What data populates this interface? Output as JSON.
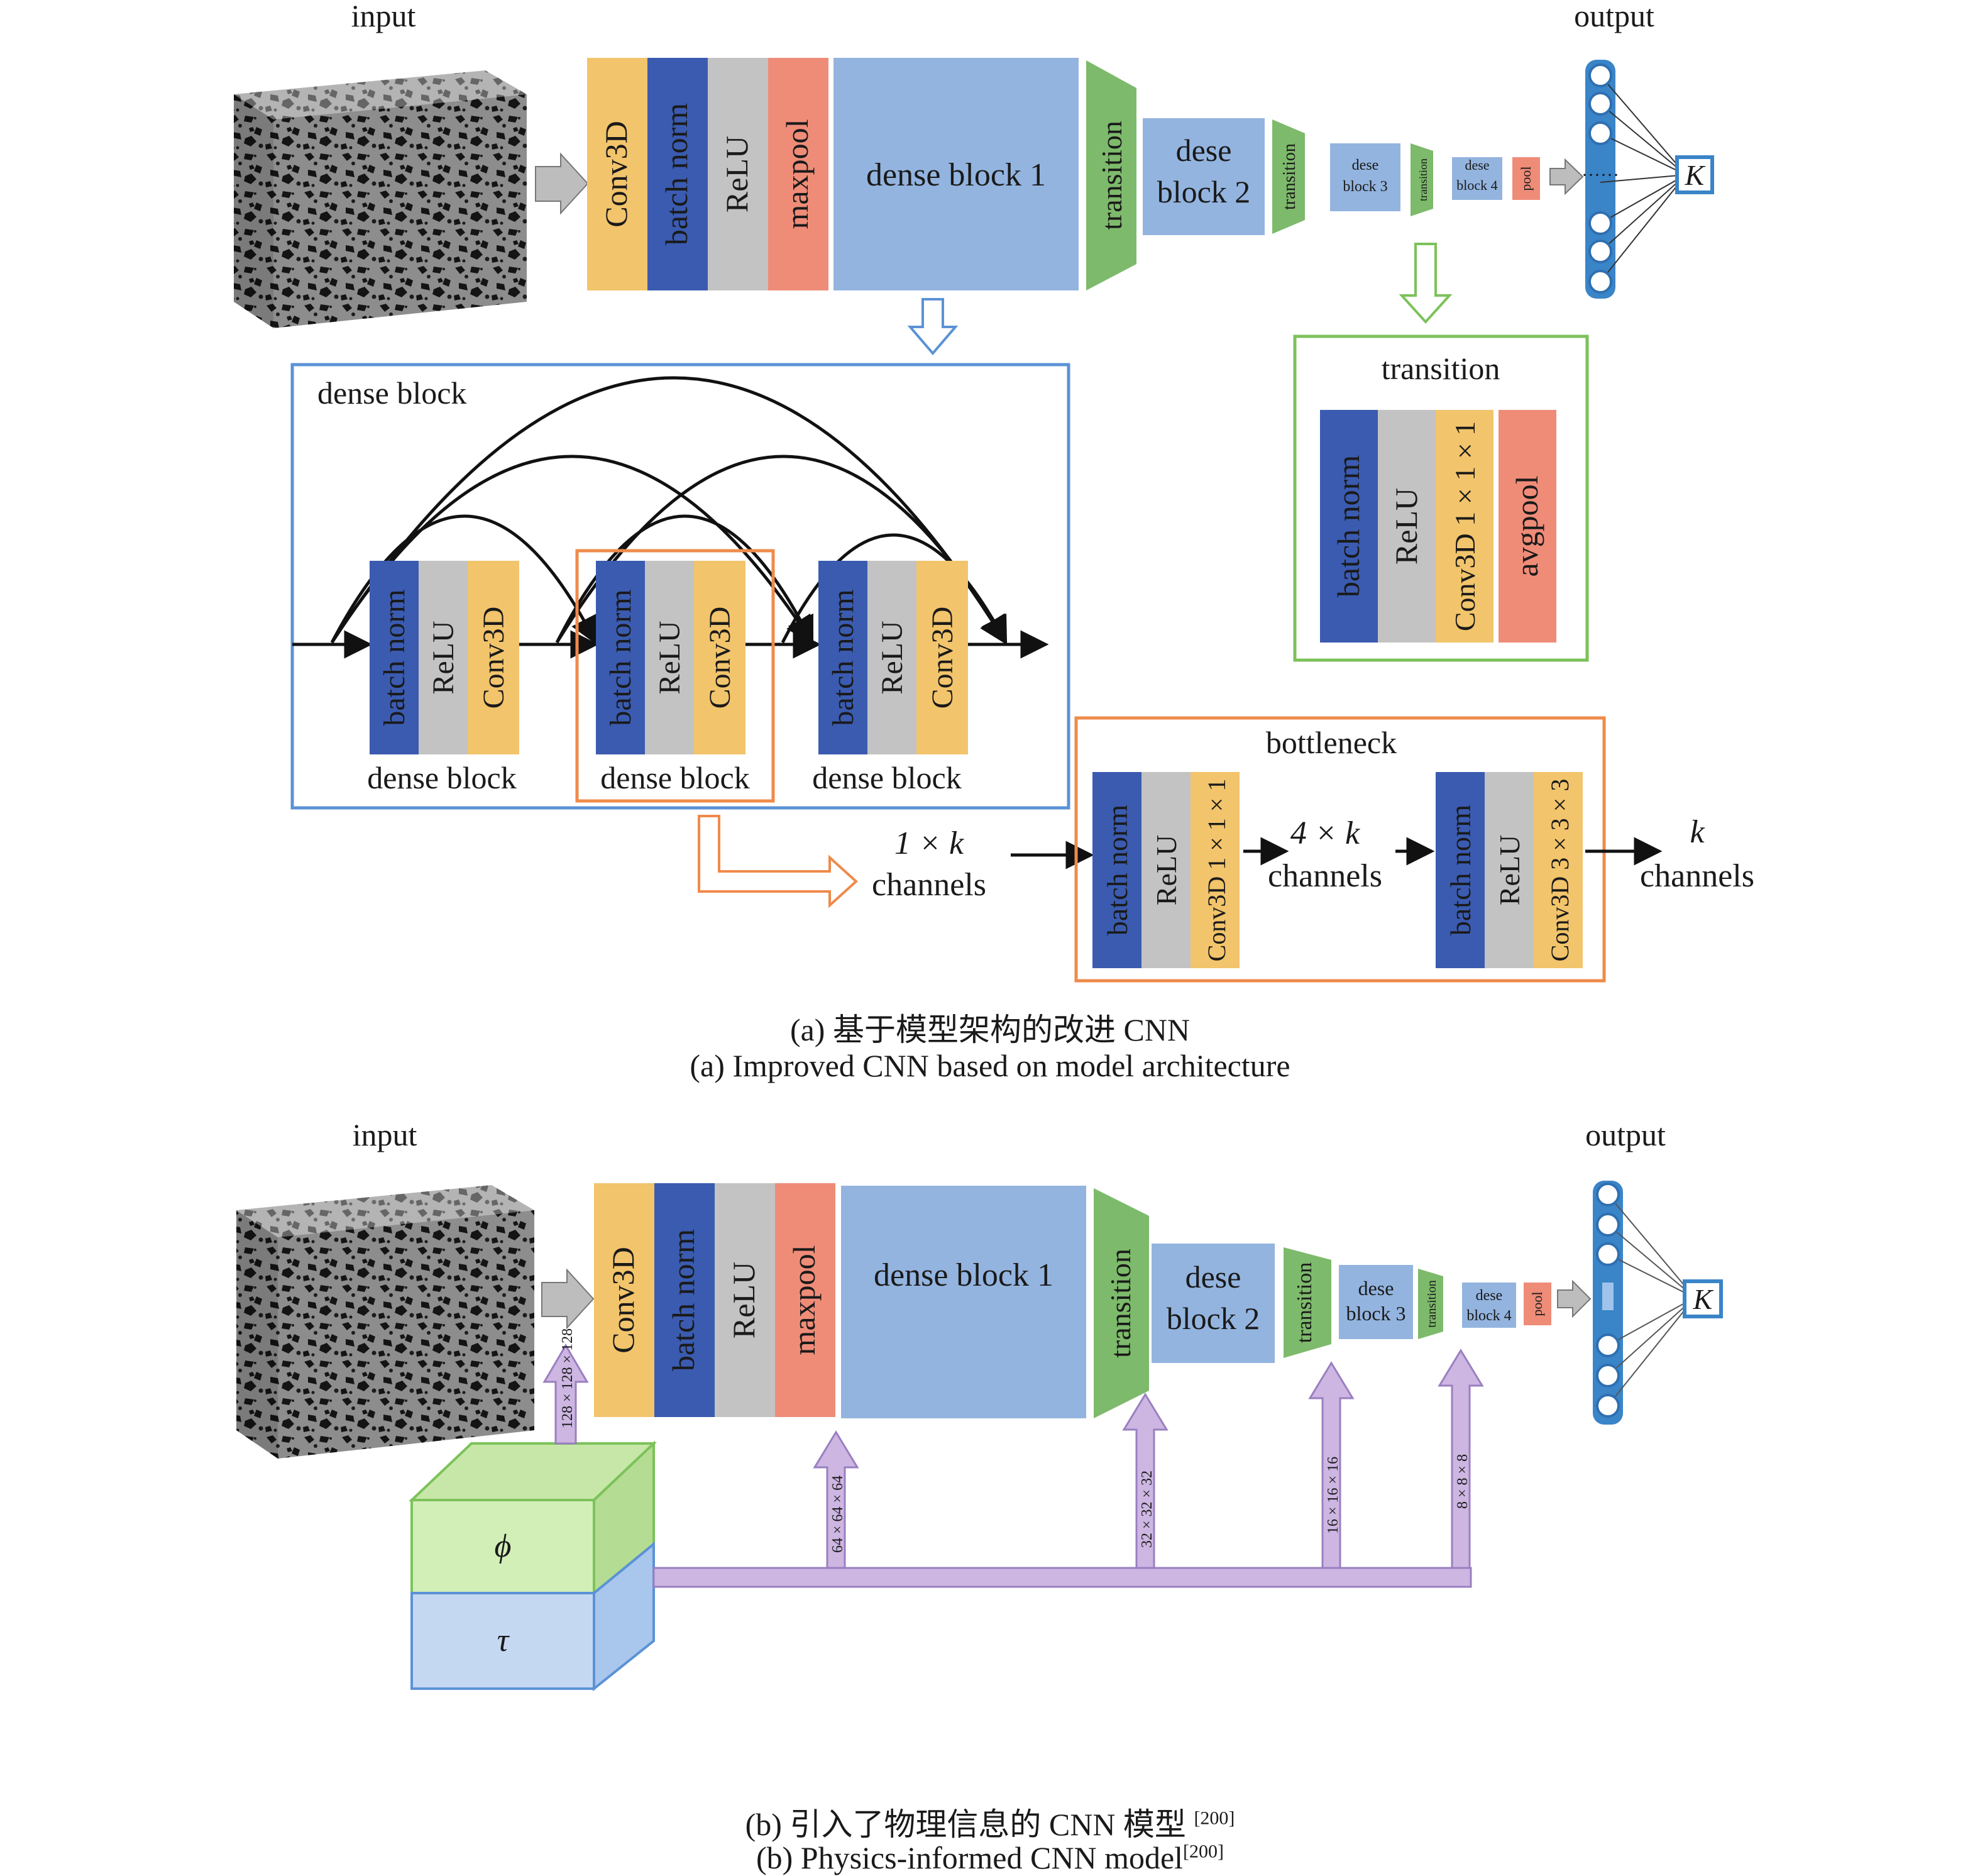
{
  "colors": {
    "conv": "#f2c46b",
    "bn": "#3a5bb0",
    "relu": "#c3c3c3",
    "maxpool": "#ef8c78",
    "dense": "#93b4df",
    "transition": "#7dba6b",
    "pool": "#ef8c78",
    "neuron": "#3a84c8",
    "purple": "#cdb6e2",
    "green_box": "#7cc25a",
    "blue_box": "#5b92d6",
    "orange_box": "#ef8a4a",
    "arrow_gray": "#bdbdbd"
  },
  "panel_a": {
    "input_label": "input",
    "output_label": "output",
    "conv3d": "Conv3D",
    "batch_norm": "batch norm",
    "relu": "ReLU",
    "maxpool": "maxpool",
    "dense_block_1": "dense block 1",
    "transition": "transition",
    "dese_block_2a": "dese",
    "dese_block_2b": "block 2",
    "dese_block_3a": "dese",
    "dese_block_3b": "block 3",
    "dese_block_4a": "dese",
    "dese_block_4b": "block 4",
    "pool": "pool",
    "k_label": "K",
    "dense_block_title": "dense block",
    "dense_block_label": "dense block",
    "transition_title": "transition",
    "conv3d_111": "Conv3D 1 × 1 × 1",
    "avgpool": "avgpool",
    "bottleneck_title": "bottleneck",
    "conv3d_333": "Conv3D 3 × 3 × 3",
    "ch_1k_a": "1 × k",
    "ch_1k_b": "channels",
    "ch_4k_a": "4 × k",
    "ch_4k_b": "channels",
    "ch_k_a": "k",
    "ch_k_b": "channels",
    "caption_cn": "(a) 基于模型架构的改进 CNN",
    "caption_en": "(a) Improved CNN based on model architecture"
  },
  "panel_b": {
    "input_label": "input",
    "output_label": "output",
    "phi": "ϕ",
    "tau": "τ",
    "size_128": "128 × 128 × 128",
    "size_64": "64 × 64 × 64",
    "size_32": "32 × 32 × 32",
    "size_16": "16 × 16 × 16",
    "size_8": "8 × 8 × 8",
    "caption_cn": "(b) 引入了物理信息的 CNN 模型",
    "caption_en": "(b) Physics-informed CNN model",
    "ref": "[200]"
  }
}
